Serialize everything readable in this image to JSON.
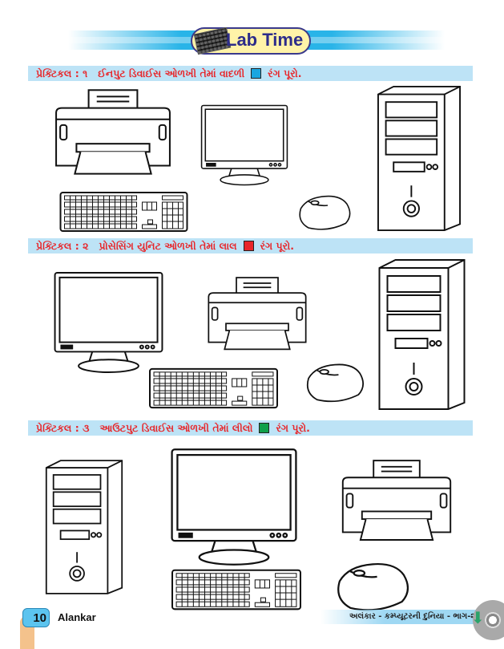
{
  "header": {
    "title": "Lab Time"
  },
  "practicals": [
    {
      "label": "પ્રેક્ટિકલ : ૧   ઈનપુટ ડિવાઈસ ઓળખી તેમાં વાદળી",
      "suffix": "રંગ પૂરો.",
      "color": "#1aa6e0"
    },
    {
      "label": "પ્રેક્ટિકલ : ૨   પ્રોસેસિંગ યુનિટ ઓળખી તેમાં લાલ",
      "suffix": "રંગ પૂરો.",
      "color": "#e8262a"
    },
    {
      "label": "પ્રેક્ટિકલ : ૩   આઉટપુટ ડિવાઈસ ઓળખી તેમાં લીલો",
      "suffix": "રંગ પૂરો.",
      "color": "#0fa04a"
    }
  ],
  "footer": {
    "page": "10",
    "brand": "Alankar",
    "book": "અલંકાર - કમ્પ્યૂટરની દુનિયા - ભાગ-૨"
  }
}
